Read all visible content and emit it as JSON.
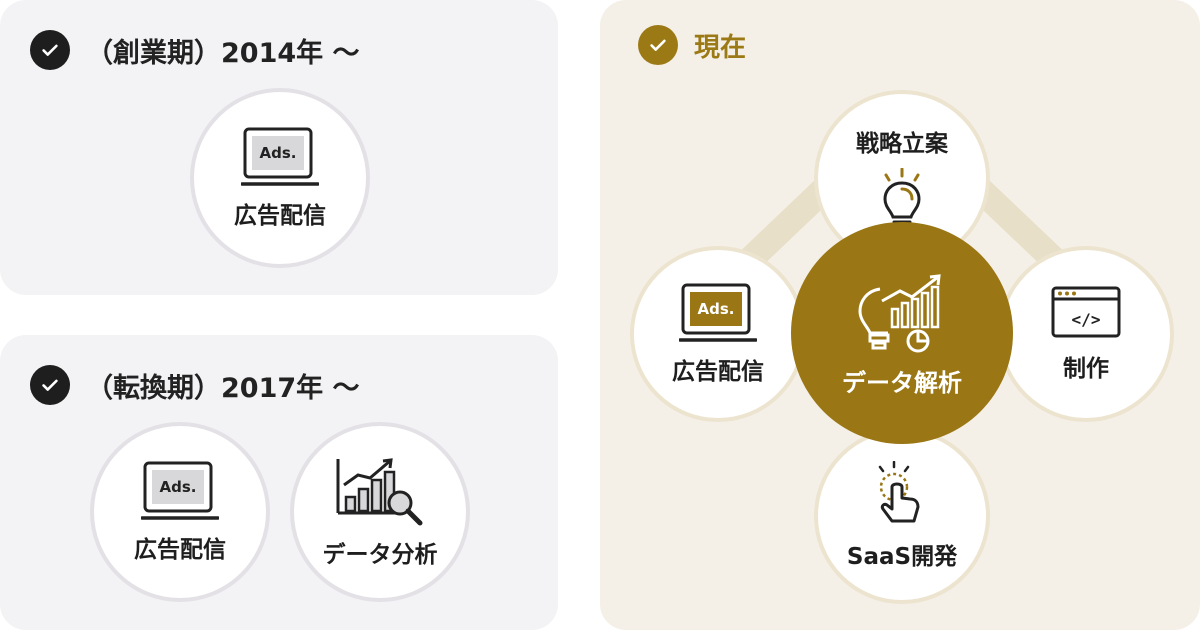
{
  "phases": [
    {
      "title": "（創業期）2014年 〜",
      "services": [
        {
          "label": "広告配信",
          "icon": "ads-monitor-icon",
          "badge": "Ads."
        }
      ]
    },
    {
      "title": "（転換期）2017年 〜",
      "services": [
        {
          "label": "広告配信",
          "icon": "ads-monitor-icon",
          "badge": "Ads."
        },
        {
          "label": "データ分析",
          "icon": "bar-chart-magnifier-icon"
        }
      ]
    }
  ],
  "current": {
    "title": "現在",
    "center": {
      "label": "データ解析",
      "icon": "lightbulb-analytics-icon"
    },
    "services": [
      {
        "label": "戦略立案",
        "icon": "lightbulb-icon"
      },
      {
        "label": "広告配信",
        "icon": "ads-monitor-icon",
        "badge": "Ads."
      },
      {
        "label": "制作",
        "icon": "code-window-icon",
        "code": "</>"
      },
      {
        "label": "SaaS開発",
        "icon": "tap-finger-icon"
      }
    ]
  },
  "colors": {
    "panel_gray": "#f3f2f4",
    "panel_warm": "#f5f0e7",
    "gold": "#9a7614",
    "dark": "#1e1e1e"
  }
}
